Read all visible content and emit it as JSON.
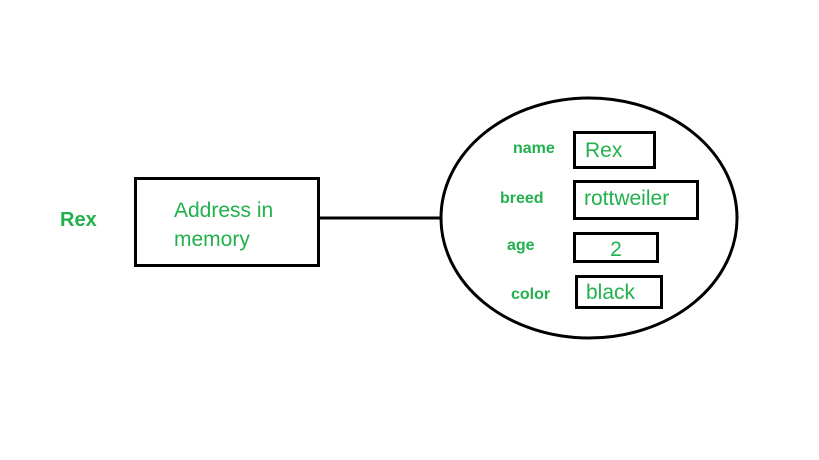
{
  "diagram": {
    "reference_label": "Rex",
    "address_text": "Address in memory",
    "object": {
      "fields": [
        {
          "label": "name",
          "value": "Rex"
        },
        {
          "label": "breed",
          "value": "rottweiler"
        },
        {
          "label": "age",
          "value": "2"
        },
        {
          "label": "color",
          "value": "black"
        }
      ]
    }
  },
  "colors": {
    "text": "#22b14c",
    "stroke": "#000000",
    "background": "#ffffff"
  }
}
